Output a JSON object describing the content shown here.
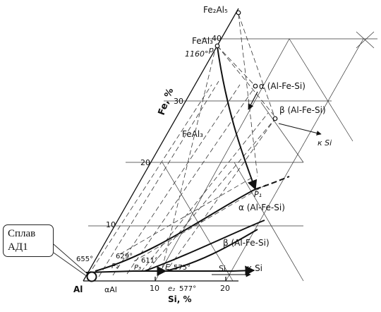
{
  "diagram": {
    "axis_fe_label": "Fe, %",
    "axis_si_label": "Si, %",
    "fe_ticks": [
      "10",
      "20",
      "30",
      "40"
    ],
    "si_ticks": [
      "10",
      "20"
    ],
    "corner_label": "Al",
    "phases": {
      "fe2al5": "Fe₂Al₅",
      "feal3_top": "FeAl₃",
      "feal3_mid": "FeAl₃",
      "alpha_top": "α (Al-Fe-Si)",
      "beta_top": "β (Al-Fe-Si)",
      "alpha_mid": "α (Al-Fe-Si)",
      "beta_mid": "β (Al-Fe-Si)",
      "si": "Si",
      "alpha_al": "αAl"
    },
    "points": {
      "p_top": "p",
      "p1": "P₁",
      "p2": "P₂",
      "p3": "P₃",
      "e": "E",
      "e2": "e₂"
    },
    "temps": {
      "t1160": "1160°",
      "t655": "655°",
      "t629": "629°",
      "t611": "611°",
      "t575": "575°",
      "t577": "577°"
    },
    "arrows": {
      "k_si_top": "к Si",
      "k_si_bottom": "к Si"
    }
  },
  "callout": {
    "line1": "Сплав",
    "line2": "АД1"
  }
}
